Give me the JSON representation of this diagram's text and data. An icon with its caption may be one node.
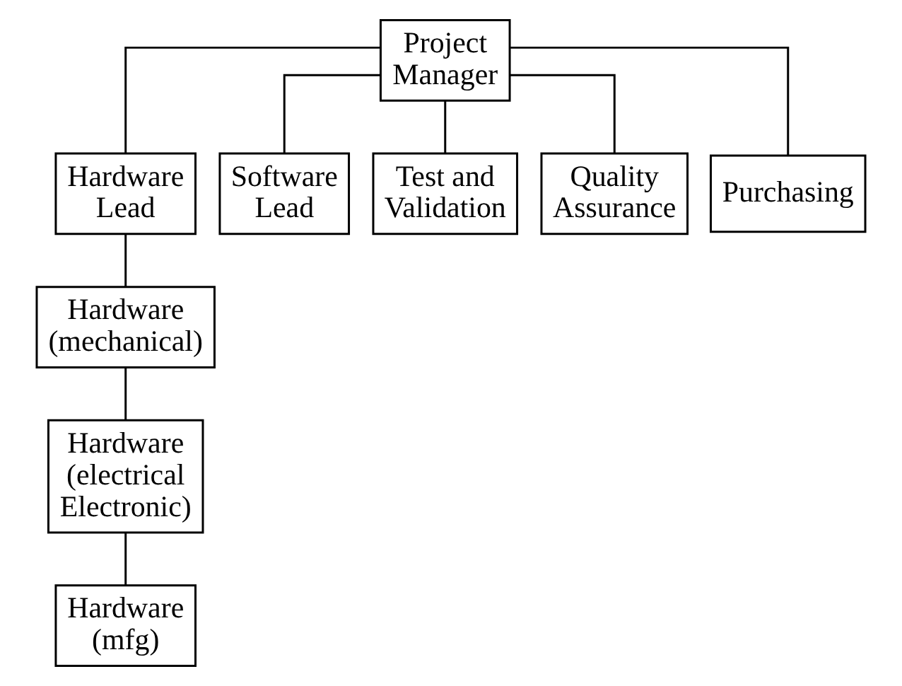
{
  "diagram": {
    "nodes": [
      {
        "text": [
          "Project Manager"
        ]
      },
      {
        "text": [
          "Hardware Lead"
        ]
      },
      {
        "text": [
          "Software Lead"
        ]
      },
      {
        "text": [
          "Test and Validation"
        ]
      },
      {
        "text": [
          "Quality Assurance"
        ]
      },
      {
        "text": [
          "Purchasing"
        ]
      },
      {
        "text": [
          "Hardware (mechanical)"
        ]
      },
      {
        "text": [
          "Hardware (electrical Electronic)"
        ]
      },
      {
        "text": [
          "Hardware (mfg)"
        ]
      }
    ],
    "edges": [
      {
        "from": 0,
        "to": 1,
        "arrow": "none"
      },
      {
        "from": 0,
        "to": 2,
        "arrow": "none"
      },
      {
        "from": 0,
        "to": 3,
        "arrow": "none"
      },
      {
        "from": 0,
        "to": 4,
        "arrow": "none"
      },
      {
        "from": 0,
        "to": 5,
        "arrow": "none"
      },
      {
        "from": 1,
        "to": 6,
        "arrow": "none"
      },
      {
        "from": 6,
        "to": 7,
        "arrow": "none"
      },
      {
        "from": 7,
        "to": 8,
        "arrow": "none"
      }
    ]
  }
}
